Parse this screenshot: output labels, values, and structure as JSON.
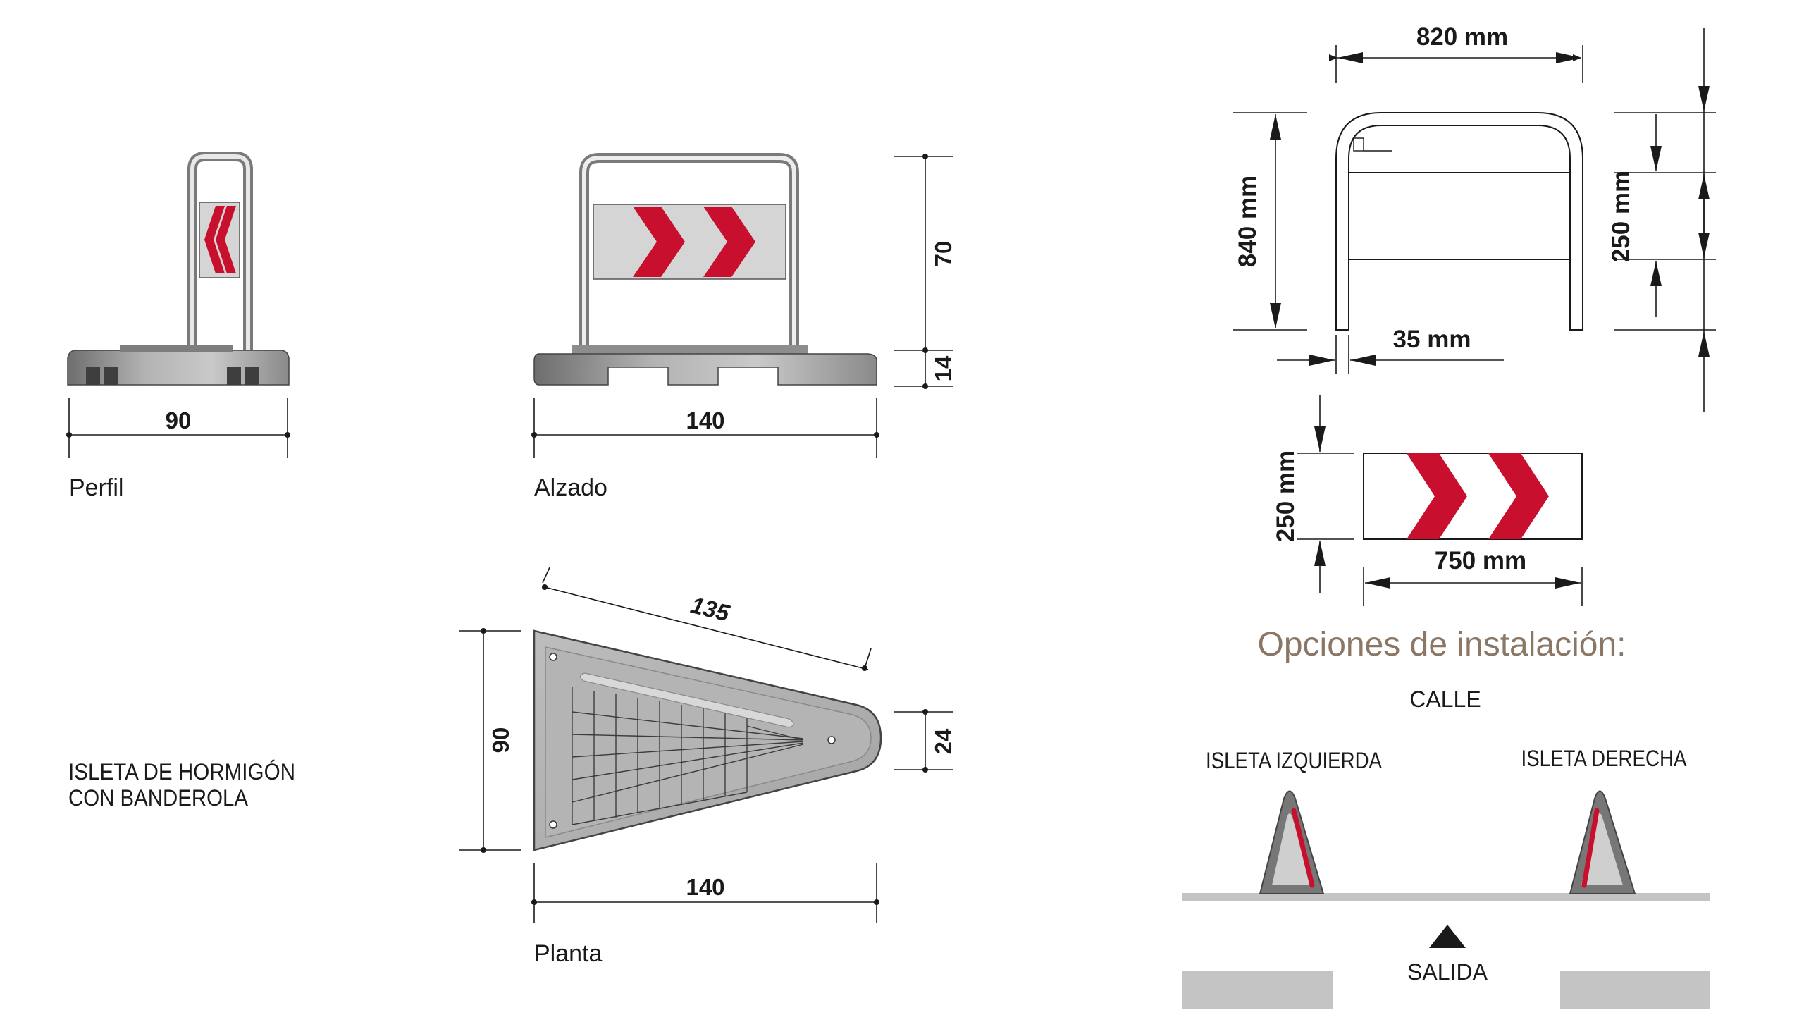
{
  "colors": {
    "ink": "#1a1a1a",
    "red": "#c8102e",
    "concrete_dark": "#8f8f8f",
    "concrete_light": "#c9c9c9",
    "panel": "#d5d5d5",
    "road": "#c4c4c4",
    "title": "#8a7766"
  },
  "perfil": {
    "width": "90",
    "caption": "Perfil"
  },
  "alzado": {
    "width": "140",
    "height_upper": "70",
    "height_lower": "14",
    "caption": "Alzado"
  },
  "planta": {
    "diag": "135",
    "height": "90",
    "tip": "24",
    "width": "140",
    "caption": "Planta"
  },
  "left_label": {
    "line1": "ISLETA DE HORMIGÓN",
    "line2": "CON BANDEROLA"
  },
  "frame": {
    "width": "820 mm",
    "height": "840 mm",
    "panel_height": "250 mm",
    "tube": "35 mm"
  },
  "panel": {
    "height": "250 mm",
    "width": "750 mm"
  },
  "install": {
    "title": "Opciones de instalación:",
    "street": "CALLE",
    "left_island": "ISLETA IZQUIERDA",
    "right_island": "ISLETA DERECHA",
    "exit": "SALIDA"
  },
  "icons": [
    "chevron-arrow-icon",
    "exit-arrow-icon"
  ]
}
